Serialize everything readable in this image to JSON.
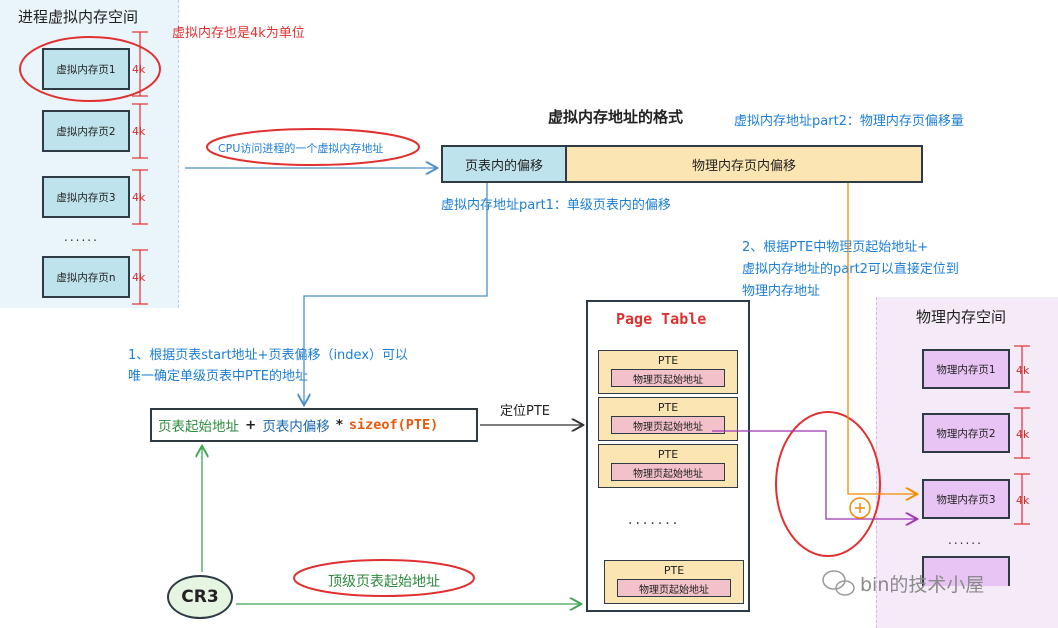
{
  "virtual_space": {
    "title": "进程虚拟内存空间",
    "pages": [
      "虚拟内存页1",
      "虚拟内存页2",
      "虚拟内存页3",
      "虚拟内存页n"
    ],
    "page_size": "4k",
    "ellipsis": "......"
  },
  "notes": {
    "virt_unit": "虚拟内存也是4k为单位",
    "cpu_access": "CPU访问进程的一个虚拟内存地址",
    "part2": "虚拟内存地址part2：物理内存页偏移量",
    "part1": "虚拟内存地址part1：单级页表内的偏移",
    "step2_line1": "2、根据PTE中物理页起始地址+",
    "step2_line2": "虚拟内存地址的part2可以直接定位到",
    "step2_line3": "物理内存地址",
    "step1_line1": "1、根据页表start地址+页表偏移（index）可以",
    "step1_line2": "唯一确定单级页表中PTE的地址",
    "locate_pte": "定位PTE",
    "top_table": "顶级页表起始地址"
  },
  "format": {
    "title": "虚拟内存地址的格式",
    "field1": "页表内的偏移",
    "field2": "物理内存页内偏移"
  },
  "formula": {
    "base": "页表起始地址",
    "plus": "+",
    "offset": "页表内偏移",
    "times": "*",
    "sizeof": "sizeof(PTE)"
  },
  "page_table": {
    "title": "Page Table",
    "entries": [
      {
        "label": "PTE",
        "inner": "物理页起始地址"
      },
      {
        "label": "PTE",
        "inner": "物理页起始地址"
      },
      {
        "label": "PTE",
        "inner": "物理页起始地址"
      },
      {
        "label": "PTE",
        "inner": "物理页起始地址"
      }
    ],
    "ellipsis": "·······"
  },
  "physical_space": {
    "title": "物理内存空间",
    "pages": [
      "物理内存页1",
      "物理内存页2",
      "物理内存页3"
    ],
    "page_size": "4k",
    "ellipsis": "......"
  },
  "cr3": "CR3",
  "watermark": "bin的技术小屋",
  "colors": {
    "virt_page": "#bfe3ec",
    "phys_page": "#e8c4f5",
    "pte": "#fbe6b3",
    "pte_inner": "#f2c1c9",
    "annotation_red": "#e03131",
    "annotation_blue": "#1c7ed6"
  }
}
